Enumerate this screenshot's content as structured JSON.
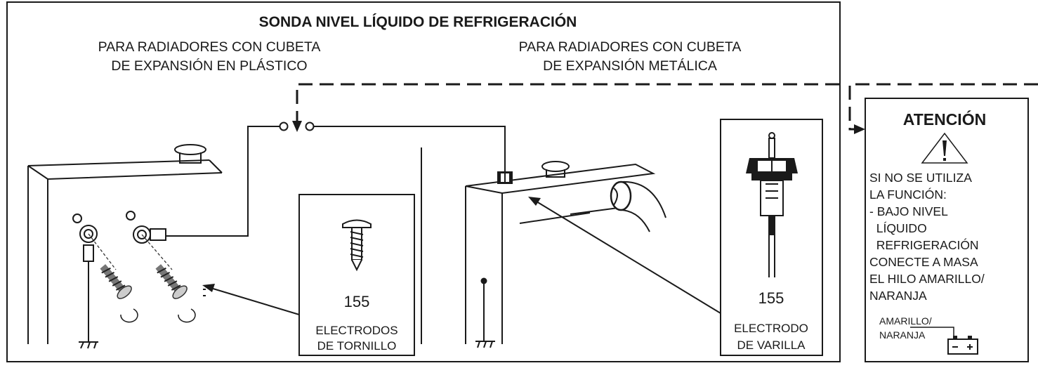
{
  "title": "SONDA NIVEL LÍQUIDO DE REFRIGERACIÓN",
  "left_section": {
    "line1": "PARA RADIADORES CON CUBETA",
    "line2": "DE EXPANSIÓN EN PLÁSTICO",
    "part_number": "155",
    "caption_line1": "ELECTRODOS",
    "caption_line2": "DE TORNILLO"
  },
  "right_section": {
    "line1": "PARA RADIADORES CON CUBETA",
    "line2": "DE EXPANSIÓN METÁLICA",
    "part_number": "155",
    "caption_line1": "ELECTRODO",
    "caption_line2": "DE VARILLA"
  },
  "warning": {
    "heading": "ATENCIÓN",
    "lines": [
      "SI NO SE UTILIZA",
      "LA FUNCIÓN:",
      "- BAJO NIVEL",
      "  LÍQUIDO",
      "  REFRIGERACIÓN",
      "CONECTE A MASA",
      "EL HILO AMARILLO/",
      "NARANJA"
    ],
    "wire_label_line1": "AMARILLO/",
    "wire_label_line2": "NARANJA",
    "icons": [
      "warning-triangle-icon",
      "battery-icon"
    ]
  }
}
